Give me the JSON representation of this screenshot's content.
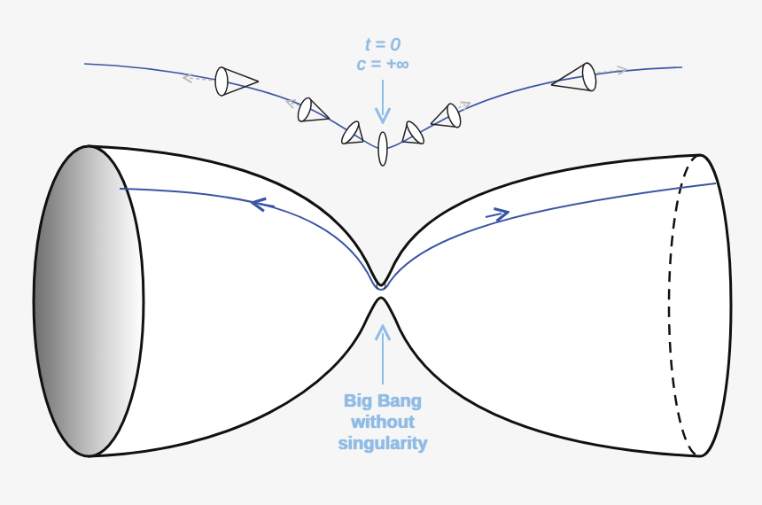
{
  "diagram": {
    "labels": [
      "t = 0",
      "c = +∞",
      "Big Bang without singularity"
    ]
  }
}
